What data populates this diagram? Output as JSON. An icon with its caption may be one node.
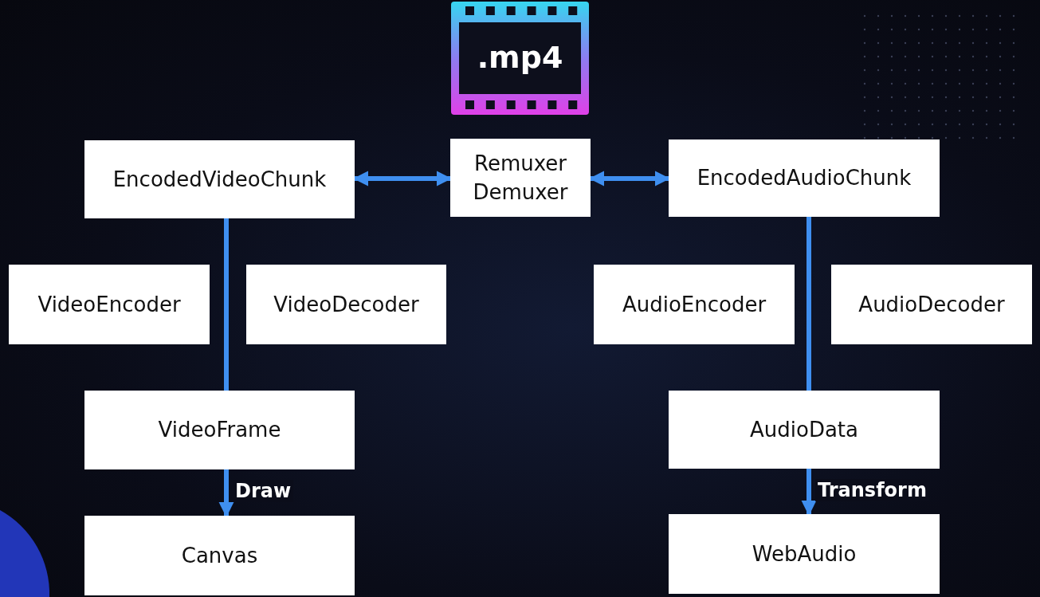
{
  "diagram": {
    "nodes": [
      {
        "text": [
          ".mp4"
        ]
      },
      {
        "text": [
          "EncodedVideoChunk"
        ]
      },
      {
        "text": [
          "Remuxer Demuxer"
        ]
      },
      {
        "text": [
          "EncodedAudioChunk"
        ]
      },
      {
        "text": [
          "VideoEncoder"
        ]
      },
      {
        "text": [
          "VideoDecoder"
        ]
      },
      {
        "text": [
          "AudioEncoder"
        ]
      },
      {
        "text": [
          "AudioDecoder"
        ]
      },
      {
        "text": [
          "VideoFrame"
        ]
      },
      {
        "text": [
          "AudioData"
        ]
      },
      {
        "text": [
          "Canvas"
        ]
      },
      {
        "text": [
          "WebAudio"
        ]
      }
    ],
    "edges": [
      {
        "from": 1,
        "to": 2,
        "arrow": "both"
      },
      {
        "from": 2,
        "to": 3,
        "arrow": "both"
      },
      {
        "from": 1,
        "to": 8,
        "arrow": "none"
      },
      {
        "from": 3,
        "to": 9,
        "arrow": "none"
      },
      {
        "from": 8,
        "to": 10,
        "arrow": "to",
        "label": "Draw"
      },
      {
        "from": 9,
        "to": 11,
        "arrow": "to",
        "label": "Transform"
      }
    ]
  }
}
